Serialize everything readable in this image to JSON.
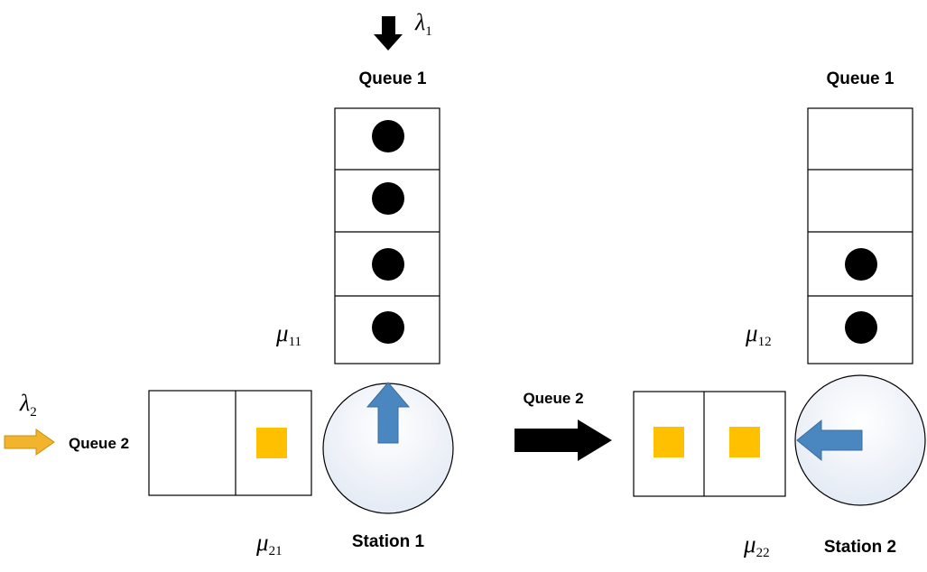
{
  "colors": {
    "customer_class1": "#000000",
    "customer_class2": "#FFC000",
    "server_arrow": "#4A86C0",
    "class2_arrival_arrow": "#F2B42C",
    "routing_arrow": "#000000"
  },
  "arrivals": {
    "class1": {
      "symbol": "λ",
      "subscript": "1"
    },
    "class2": {
      "symbol": "λ",
      "subscript": "2"
    }
  },
  "station1": {
    "name": "Station 1",
    "queue1": {
      "label": "Queue 1",
      "capacity": 4,
      "occupied": 4,
      "rate_symbol": "μ",
      "rate_subscript": "11"
    },
    "queue2": {
      "label": "Queue 2",
      "capacity": 2,
      "occupied": 1,
      "rate_symbol": "μ",
      "rate_subscript": "21"
    },
    "serving": "class1"
  },
  "routing": {
    "label": "Queue 2"
  },
  "station2": {
    "name": "Station 2",
    "queue1": {
      "label": "Queue 1",
      "capacity": 4,
      "occupied": 2,
      "rate_symbol": "μ",
      "rate_subscript": "12"
    },
    "queue2": {
      "capacity": 2,
      "occupied": 2,
      "rate_symbol": "μ",
      "rate_subscript": "22"
    },
    "serving": "class2"
  }
}
